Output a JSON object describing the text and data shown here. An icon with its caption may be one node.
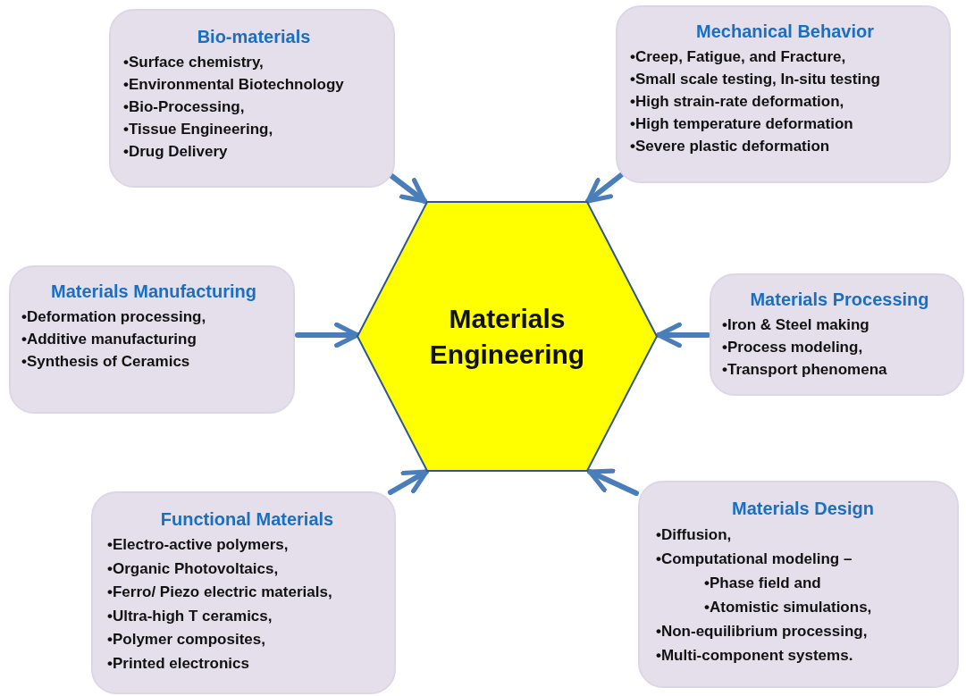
{
  "diagram": {
    "nodes": [
      {
        "text": [
          "Bio-materials",
          "•Surface chemistry,",
          "•Environmental Biotechnology",
          "•Bio-Processing,",
          "•Tissue Engineering,",
          "•Drug Delivery"
        ]
      },
      {
        "text": [
          "Mechanical Behavior",
          "•Creep, Fatigue, and Fracture,",
          "•Small scale testing, In-situ testing",
          "•High strain-rate deformation,",
          "•High temperature deformation",
          "•Severe plastic deformation"
        ]
      },
      {
        "text": [
          "Materials Manufacturing",
          "•Deformation processing,",
          "•Additive manufacturing",
          "•Synthesis of Ceramics"
        ]
      },
      {
        "text": [
          "Materials Engineering"
        ]
      },
      {
        "text": [
          "Materials Processing",
          "•Iron & Steel making",
          "•Process modeling,",
          "•Transport phenomena"
        ]
      },
      {
        "text": [
          "Functional Materials",
          "•Electro-active polymers,",
          "•Organic Photovoltaics,",
          "•Ferro/ Piezo electric materials,",
          "•Ultra-high T ceramics,",
          "•Polymer composites,",
          "•Printed electronics"
        ]
      },
      {
        "text": [
          "Materials Design",
          "•Diffusion,",
          "•Computational modeling –",
          "•Phase field and",
          "•Atomistic simulations,",
          "•Non-equilibrium processing,",
          "•Multi-component systems."
        ]
      }
    ],
    "edges": [
      {
        "from": 0,
        "to": 3,
        "arrow": "to"
      },
      {
        "from": 1,
        "to": 3,
        "arrow": "to"
      },
      {
        "from": 2,
        "to": 3,
        "arrow": "to"
      },
      {
        "from": 4,
        "to": 3,
        "arrow": "to"
      },
      {
        "from": 5,
        "to": 3,
        "arrow": "to"
      },
      {
        "from": 6,
        "to": 3,
        "arrow": "to"
      }
    ]
  }
}
